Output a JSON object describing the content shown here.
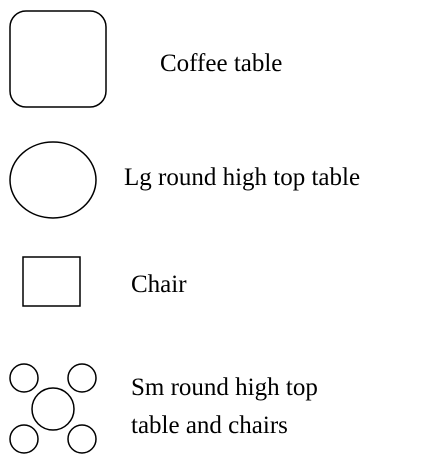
{
  "legend": {
    "items": [
      {
        "label": "Coffee table",
        "symbol": "rounded-square-icon"
      },
      {
        "label": "Lg round high top table",
        "symbol": "large-circle-icon"
      },
      {
        "label": "Chair",
        "symbol": "small-square-icon"
      },
      {
        "label_line1": "Sm round high top",
        "label_line2": "table and chairs",
        "symbol": "circle-cluster-icon"
      }
    ],
    "stroke_color": "#000000",
    "background": "#ffffff"
  }
}
